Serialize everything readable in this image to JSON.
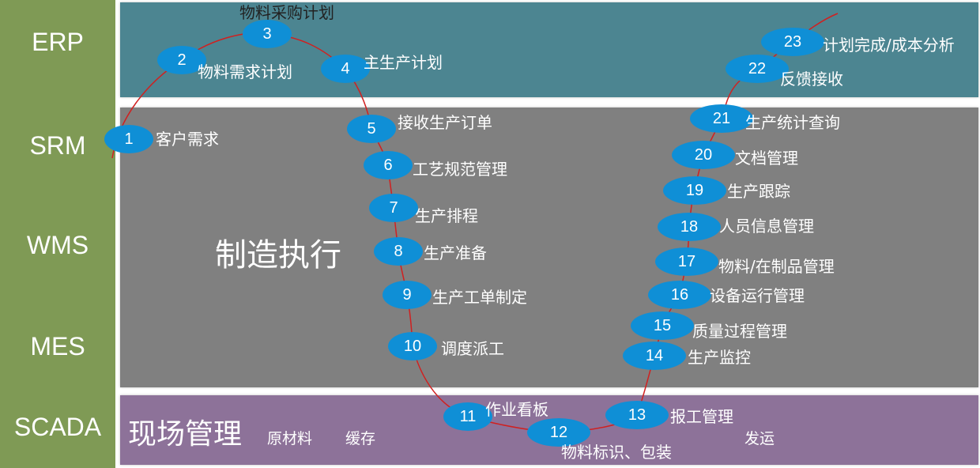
{
  "layers": [
    "ERP",
    "SRM",
    "WMS",
    "MES",
    "SCADA"
  ],
  "manufacturing_label": "制造执行",
  "site_label": "现场管理",
  "site_notes": [
    "原材料",
    "缓存",
    "发运"
  ],
  "steps": [
    {
      "num": "1",
      "label": "客户需求"
    },
    {
      "num": "2",
      "label": "物料需求计划"
    },
    {
      "num": "3",
      "label": "物料采购计划"
    },
    {
      "num": "4",
      "label": "主生产计划"
    },
    {
      "num": "5",
      "label": "接收生产订单"
    },
    {
      "num": "6",
      "label": "工艺规范管理"
    },
    {
      "num": "7",
      "label": "生产排程"
    },
    {
      "num": "8",
      "label": "生产准备"
    },
    {
      "num": "9",
      "label": "生产工单制定"
    },
    {
      "num": "10",
      "label": "调度派工"
    },
    {
      "num": "11",
      "label": "作业看板"
    },
    {
      "num": "12",
      "label": "物料标识、包装"
    },
    {
      "num": "13",
      "label": "报工管理"
    },
    {
      "num": "14",
      "label": "生产监控"
    },
    {
      "num": "15",
      "label": "质量过程管理"
    },
    {
      "num": "16",
      "label": "设备运行管理"
    },
    {
      "num": "17",
      "label": "物料/在制品管理"
    },
    {
      "num": "18",
      "label": "人员信息管理"
    },
    {
      "num": "19",
      "label": "生产跟踪"
    },
    {
      "num": "20",
      "label": "文档管理"
    },
    {
      "num": "21",
      "label": "生产统计查询"
    },
    {
      "num": "22",
      "label": "反馈接收"
    },
    {
      "num": "23",
      "label": "计划完成/成本分析"
    }
  ],
  "colors": {
    "sidebar": "#7f9a55",
    "erp_band": "#4c8591",
    "mid_band": "#808080",
    "scada_band": "#8d7299",
    "node": "#0f8fd6",
    "path": "#d02020"
  }
}
